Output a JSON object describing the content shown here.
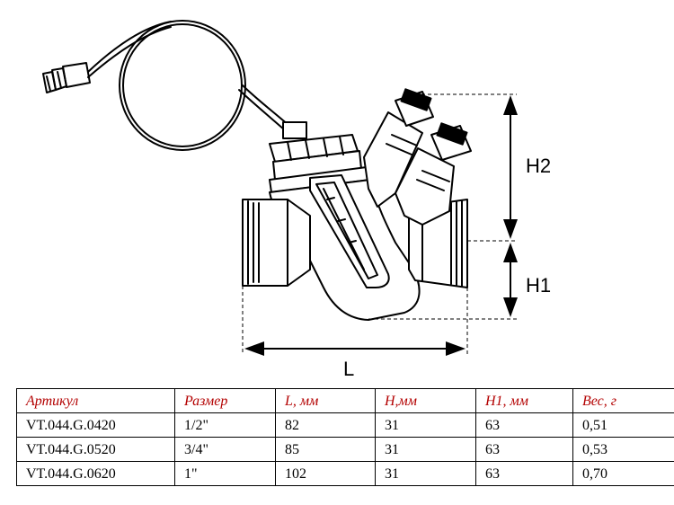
{
  "drawing": {
    "dimension_labels": {
      "h2": "H2",
      "h1": "H1",
      "l": "L"
    }
  },
  "table": {
    "headers": [
      "Артикул",
      "Размер",
      "L, мм",
      "H,мм",
      "H1, мм",
      "Вес, г"
    ],
    "rows": [
      [
        "VT.044.G.0420",
        "1/2\"",
        "82",
        "31",
        "63",
        "0,51"
      ],
      [
        "VT.044.G.0520",
        "3/4\"",
        "85",
        "31",
        "63",
        "0,53"
      ],
      [
        "VT.044.G.0620",
        "1\"",
        "102",
        "31",
        "63",
        "0,70"
      ]
    ],
    "header_color": "#b30000"
  }
}
